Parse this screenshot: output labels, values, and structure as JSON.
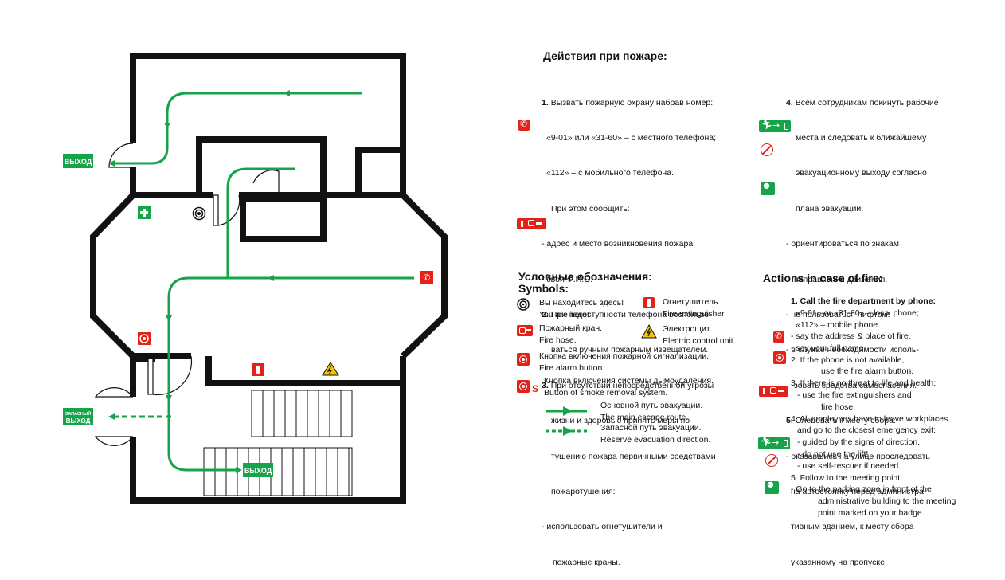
{
  "plan": {
    "exit_sign_top": "ВЫХОД",
    "exit_sign_bottom": "ВЫХОД",
    "reserve_exit_sign": [
      "ЗАПАСНЫЙ",
      "ВЫХОД"
    ]
  },
  "ru": {
    "title": "Действия при пожаре:",
    "col1": [
      {
        "num": "1.",
        "text": "Вызвать пожарную охрану набрав номер:"
      },
      {
        "text": "«9-01» или «31-60» – с местного телефона;"
      },
      {
        "text": "«112» – с мобильного телефона."
      },
      {
        "text": "При этом сообщить:"
      },
      {
        "text": "- адрес и место возникновения пожара."
      },
      {
        "text": "- свои Ф.И.О."
      },
      {
        "num": "2.",
        "text": "При недоступности телефона воспользо-"
      },
      {
        "text": "ваться ручным пожарным извещателем."
      },
      {
        "num": "3.",
        "text": "При отсутствии непосредственной угрозы"
      },
      {
        "text": "жизни и здоровью принять меры по"
      },
      {
        "text": "тушению пожара первичными средствами"
      },
      {
        "text": "пожаротушения:"
      },
      {
        "text": "- использовать огнетушители и"
      },
      {
        "text": "пожарные краны."
      }
    ],
    "col2": [
      {
        "num": "4.",
        "text": "Всем сотрудникам покинуть рабочие"
      },
      {
        "text": "места и следовать к ближайшему"
      },
      {
        "text": "эвакуационному выходу согласно"
      },
      {
        "text": "плана эвакуации:"
      },
      {
        "text": "- ориентироваться по знакам"
      },
      {
        "text": "направления движения."
      },
      {
        "text": "- не пользоваться лифтом!"
      },
      {
        "text": "- в случае необходимости исполь-"
      },
      {
        "text": "зовать средства самоспасения."
      },
      {
        "num": "5.",
        "text": "Следовать к месту сбора:"
      },
      {
        "text": "- оказавшись на улице проследовать"
      },
      {
        "text": "на автостоянку перед администра-"
      },
      {
        "text": "тивным зданием, к месту сбора"
      },
      {
        "text": "указанному на пропуске"
      }
    ]
  },
  "symbols": {
    "title_ru": "Условные обозначения:",
    "title_en": "Symbols:",
    "items": [
      {
        "ru": "Вы находитесь здесь!",
        "en": "You are here!",
        "icon": "you-are-here-icon"
      },
      {
        "ru": "Огнетушитель.",
        "en": "Fire extinguisher.",
        "icon": "fire-extinguisher-icon"
      },
      {
        "ru": "Пожарный кран.",
        "en": "Fire hose.",
        "icon": "fire-hose-icon"
      },
      {
        "ru": "Электрощит.",
        "en": "Electric control unit.",
        "icon": "electric-hazard-icon"
      },
      {
        "ru": "Кнопка включения пожарной сигнализации.",
        "en": "Fire alarm button.",
        "icon": "fire-alarm-button-icon"
      },
      {
        "ru": "Кнопка включения системы дымоудаления.",
        "en": "Button of smoke removal system.",
        "icon": "smoke-removal-button-icon"
      },
      {
        "ru": "Основной путь эвакуации.",
        "en": "The main escape route.",
        "icon": "main-route-arrow-icon"
      },
      {
        "ru": "Запасной путь эвакуации.",
        "en": "Reserve evacuation direction.",
        "icon": "reserve-route-arrow-icon"
      }
    ],
    "smoke_letter": "S"
  },
  "en": {
    "title": "Actions in case of fire:",
    "lines": [
      "1. Call the fire department by phone:",
      "«9-01» or «31-60» – local phone;",
      "«112» – mobile phone.",
      "- say the address & place of fire.",
      "- say your full name.",
      "2. If the phone is not available,",
      "use the fire alarm button.",
      "3. If there is no threat to life and health:",
      "- use the fire extinguishers and",
      "fire hose.",
      "4. All employees have to leave workplaces",
      "and go to the closest emergency exit:",
      "- guided by the signs of direction.",
      "- do not use the lift!",
      "- use self-rescuer if needed.",
      "5. Follow to the meeting point:",
      "- Go to the parking zone in front of the",
      "administrative building to the meeting",
      "point marked on your badge."
    ]
  },
  "colors": {
    "green": "#16a34a",
    "red": "#e2231a",
    "wall": "#111111",
    "yellow": "#f5c400"
  }
}
